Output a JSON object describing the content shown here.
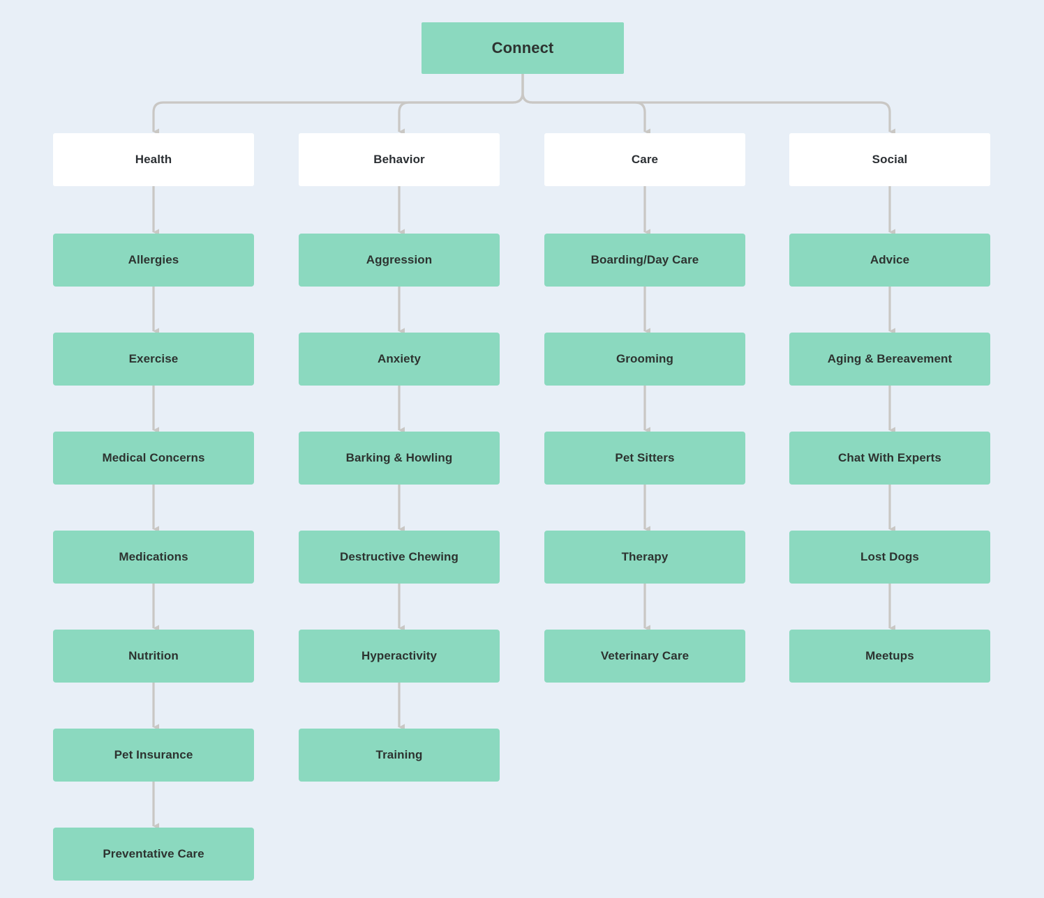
{
  "diagram": {
    "title": "Connect",
    "background_color": "#e8eff7",
    "node_color": "#8bd9bf",
    "category_color": "#ffffff",
    "edge_color": "#c9c7c4",
    "text_color": "#2d3330",
    "root": {
      "label": "Connect"
    },
    "columns": [
      {
        "category": "Health",
        "items": [
          {
            "label": "Allergies"
          },
          {
            "label": "Exercise"
          },
          {
            "label": "Medical Concerns"
          },
          {
            "label": "Medications"
          },
          {
            "label": "Nutrition"
          },
          {
            "label": "Pet Insurance"
          },
          {
            "label": "Preventative Care"
          }
        ]
      },
      {
        "category": "Behavior",
        "items": [
          {
            "label": "Aggression"
          },
          {
            "label": "Anxiety"
          },
          {
            "label": "Barking & Howling"
          },
          {
            "label": "Destructive Chewing"
          },
          {
            "label": "Hyperactivity"
          },
          {
            "label": "Training"
          }
        ]
      },
      {
        "category": "Care",
        "items": [
          {
            "label": "Boarding/Day Care"
          },
          {
            "label": "Grooming"
          },
          {
            "label": "Pet Sitters"
          },
          {
            "label": "Therapy"
          },
          {
            "label": "Veterinary Care"
          }
        ]
      },
      {
        "category": "Social",
        "items": [
          {
            "label": "Advice"
          },
          {
            "label": "Aging & Bereavement"
          },
          {
            "label": "Chat With Experts"
          },
          {
            "label": "Lost Dogs"
          },
          {
            "label": "Meetups"
          }
        ]
      }
    ]
  }
}
